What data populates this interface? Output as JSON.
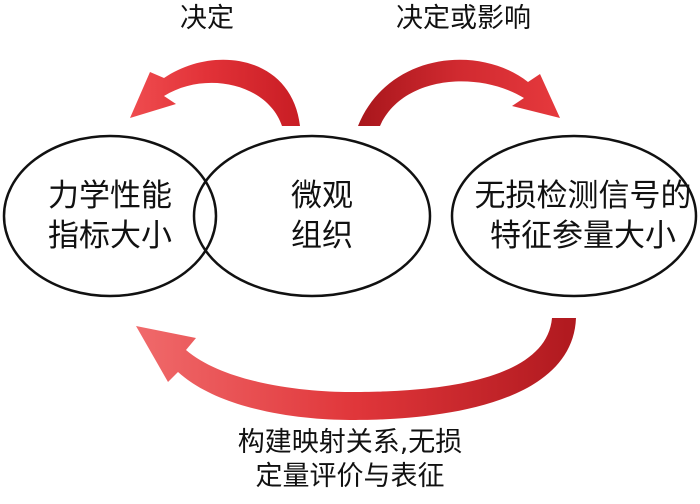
{
  "nodes": {
    "left": {
      "line1": "力学性能",
      "line2": "指标大小"
    },
    "center": {
      "line1": "微观",
      "line2": "组织"
    },
    "right": {
      "line1": "无损检测信号的",
      "line2": "特征参量大小"
    }
  },
  "arrows": {
    "top_left_label": "决定",
    "top_right_label": "决定或影响",
    "bottom_label_line1": "构建映射关系,无损",
    "bottom_label_line2": "定量评价与表征"
  },
  "colors": {
    "arrow_red": "#d9252b",
    "arrow_dark": "#a8161c",
    "outline": "#111111"
  }
}
